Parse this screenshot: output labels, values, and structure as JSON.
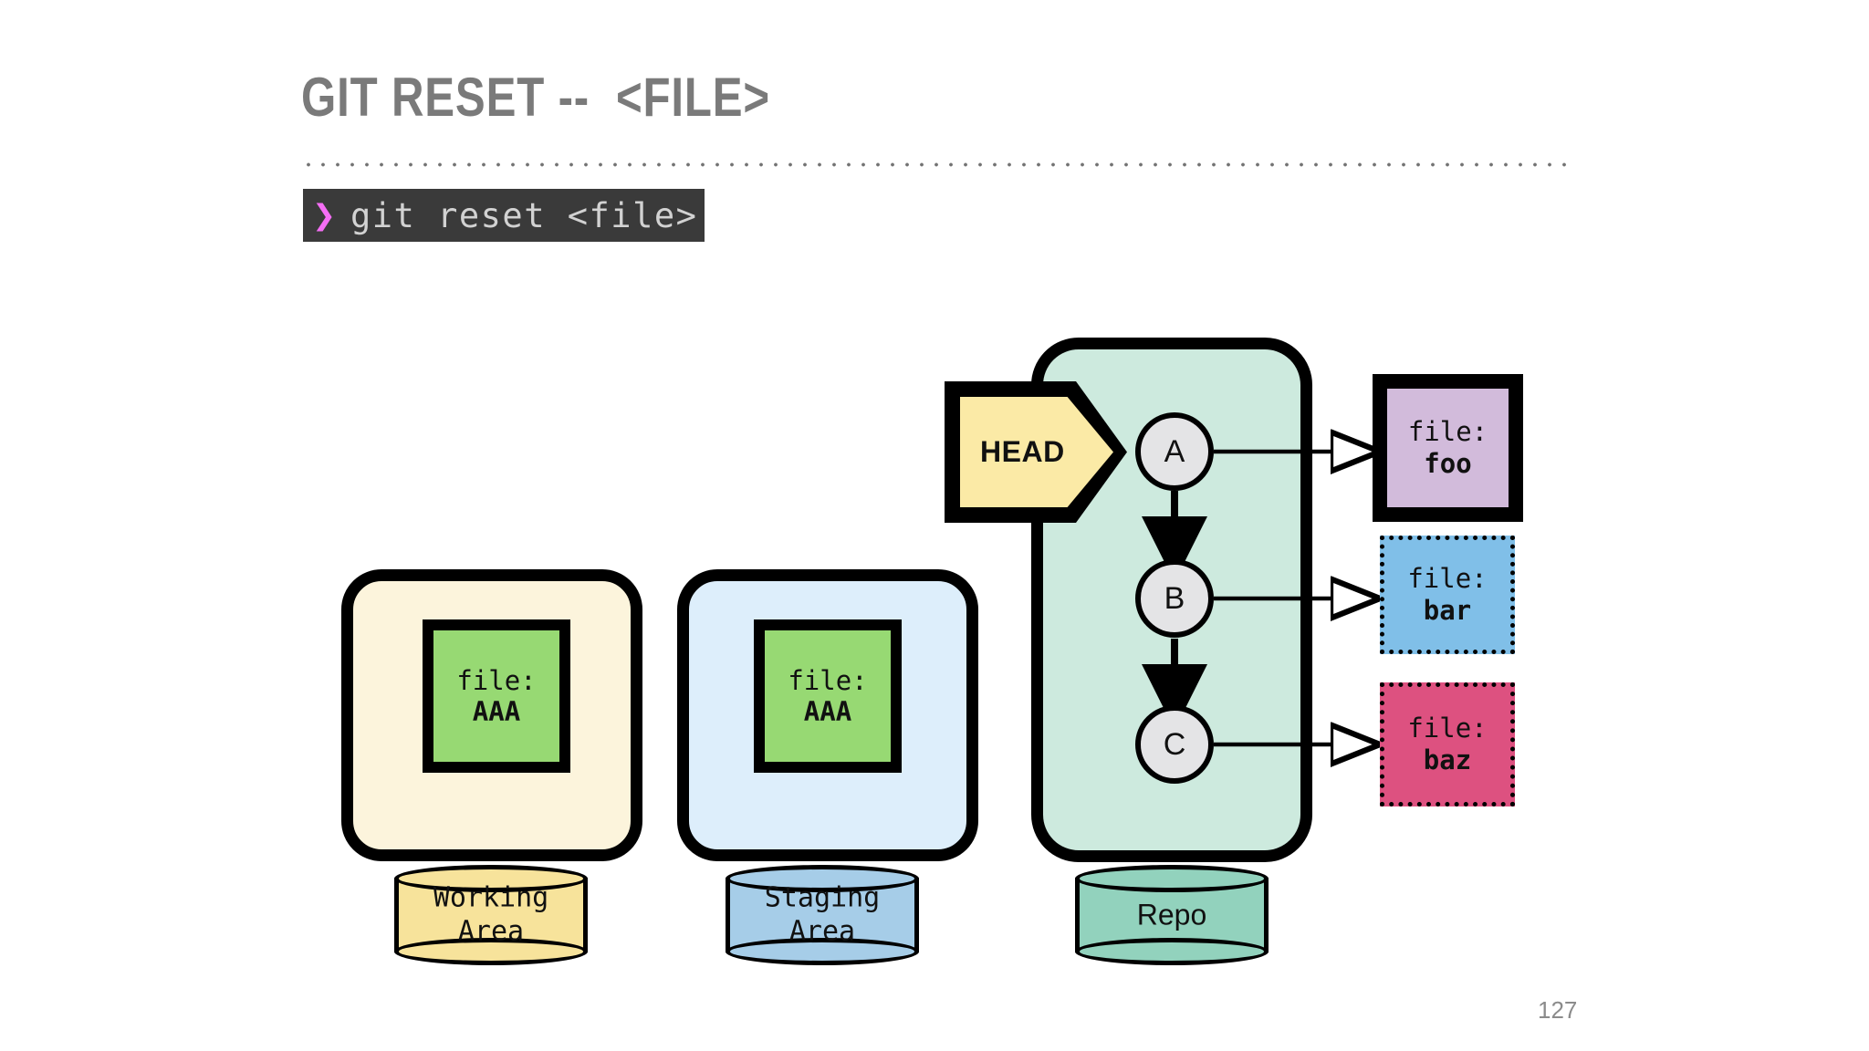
{
  "slide": {
    "title": "GIT RESET --  <FILE>",
    "page_number": "127"
  },
  "command": {
    "prompt": "❯",
    "text": "git reset <file>",
    "bar_color": "#3a3a3a",
    "prompt_color": "#f56ef5",
    "text_color": "#d2d2d2"
  },
  "diagram": {
    "areas": [
      {
        "name": "working-area",
        "cylinder_label": "Working\nArea",
        "box_fill": "#fcf4dc",
        "cylinder_fill": "#f7e39b",
        "file": {
          "label": "file:",
          "value": "AAA",
          "fill": "#97d973"
        }
      },
      {
        "name": "staging-area",
        "cylinder_label": "Staging\nArea",
        "box_fill": "#ddeefb",
        "cylinder_fill": "#a6cde8",
        "file": {
          "label": "file:",
          "value": "AAA",
          "fill": "#97d973"
        }
      },
      {
        "name": "repo-area",
        "cylinder_label": "Repo",
        "box_fill": "#cdeade",
        "cylinder_fill": "#92d2bd",
        "file": null
      }
    ],
    "head_tag": {
      "label": "HEAD",
      "fill": "#fbeaa6"
    },
    "commits": [
      {
        "id": "A"
      },
      {
        "id": "B"
      },
      {
        "id": "C"
      }
    ],
    "repo_files": [
      {
        "label": "file:",
        "value": "foo",
        "fill": "#d2bbdb",
        "border_style": "solid"
      },
      {
        "label": "file:",
        "value": "bar",
        "fill": "#80bfe8",
        "border_style": "dotted"
      },
      {
        "label": "file:",
        "value": "baz",
        "fill": "#dd5180",
        "border_style": "dotted"
      }
    ]
  }
}
